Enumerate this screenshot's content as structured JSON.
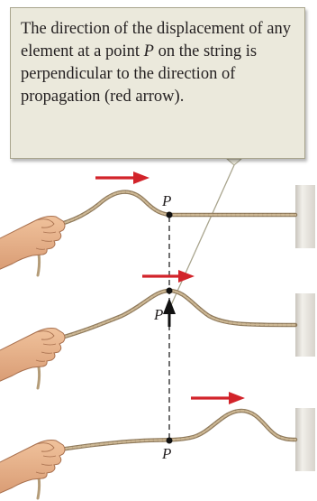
{
  "callout": {
    "text_before": "The direction of the displacement of any element at a point ",
    "point_symbol": "P",
    "text_after": " on the string is perpendicular to the direction of propagation (red arrow)."
  },
  "labels": {
    "panel1_point": "P",
    "panel2_point": "P",
    "panel3_point": "P"
  },
  "colors": {
    "callout_bg": "#ebe9dc",
    "propagation_arrow": "#d2232a",
    "displacement_arrow": "#111111",
    "string": "#b49c78",
    "wall": "#dcd8d0",
    "hand": "#e8b48e"
  },
  "icons": [
    "hand-icon",
    "wall-icon",
    "arrow-right-icon",
    "arrow-up-icon"
  ]
}
